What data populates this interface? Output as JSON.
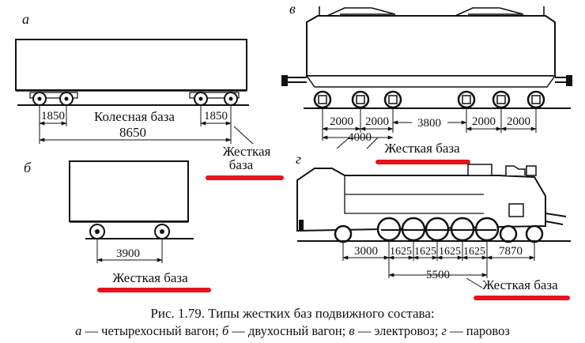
{
  "panel_a": {
    "label": "а",
    "dim_left": "1850",
    "dim_right": "1850",
    "wheel_base_label": "Колесная база",
    "wheel_base_value": "8650",
    "rigid_base_l1": "Жесткая",
    "rigid_base_l2": "база"
  },
  "panel_b": {
    "label": "б",
    "dim": "3900",
    "rigid_base": "Жесткая база"
  },
  "panel_v": {
    "label": "в",
    "dims_top": [
      "2000",
      "2000",
      "3800",
      "2000",
      "2000"
    ],
    "dim_span": "4000",
    "rigid_base": "Жесткая база"
  },
  "panel_g": {
    "label": "г",
    "dims_top": [
      "3000",
      "1625",
      "1625",
      "1625",
      "1625",
      "7870"
    ],
    "dim_span": "5500",
    "rigid_base": "Жесткая база"
  },
  "caption": {
    "title": "Рис. 1.79. Типы жестких баз подвижного состава:",
    "a_letter": "а",
    "a_text": " — четырехосный вагон; ",
    "b_letter": "б",
    "b_text": " — двухосный вагон; ",
    "v_letter": "в",
    "v_text": " — электровоз; ",
    "g_letter": "г",
    "g_text": " — паровоз"
  },
  "colors": {
    "highlight": "#e8131b",
    "ink": "#111111"
  }
}
